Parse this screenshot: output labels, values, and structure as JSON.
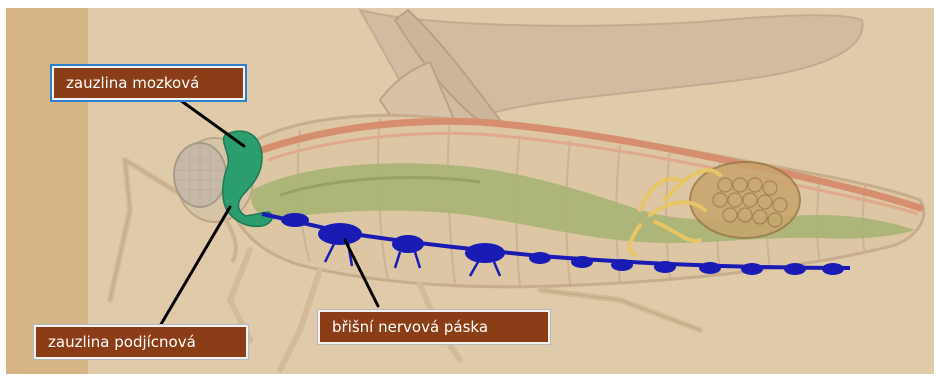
{
  "labels": {
    "brain_ganglion": "zauzlina mozková",
    "subesophageal_ganglion": "zauzlina podjícnová",
    "ventral_nerve_cord": "břišní nervová páska"
  },
  "colors": {
    "background": "#ddc8a6",
    "left_band": "#d8b989",
    "label_fill": "#8a3d17",
    "label_text": "#ffffff",
    "selected_label_border": "#2f7fd0",
    "nerve_cord": "#1a1ab4",
    "ganglia_green": "#2aa070",
    "gut_green": "#a6b070",
    "dorsal_vessel": "#d88f70",
    "body_outline": "#c8b49a",
    "leader_line": "#000000"
  }
}
